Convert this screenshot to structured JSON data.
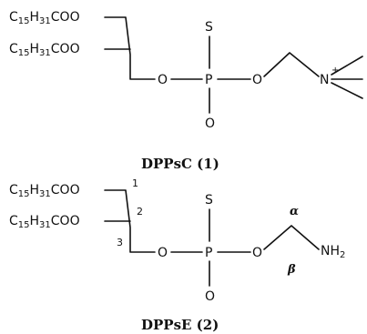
{
  "mol1": {
    "acyl1": {
      "pre": "C",
      "sub1": "15",
      "mid": "H",
      "sub2": "31",
      "post": "COO"
    },
    "acyl2": {
      "pre": "C",
      "sub1": "15",
      "mid": "H",
      "sub2": "31",
      "post": "COO"
    },
    "o_left": "O",
    "p": "P",
    "s_top": "S",
    "o_bottom": "O",
    "o_right": "O",
    "n_label": "N",
    "n_charge": "+",
    "caption": "DPPsC (1)"
  },
  "mol2": {
    "acyl1": {
      "pre": "C",
      "sub1": "15",
      "mid": "H",
      "sub2": "31",
      "post": "COO"
    },
    "acyl2": {
      "pre": "C",
      "sub1": "15",
      "mid": "H",
      "sub2": "31",
      "post": "COO"
    },
    "o_left": "O",
    "p": "P",
    "s_top": "S",
    "o_bottom": "O",
    "o_right": "O",
    "amine": {
      "pre": "NH",
      "sub": "2"
    },
    "num1": "1",
    "num2": "2",
    "num3": "3",
    "alpha": "α",
    "beta": "β",
    "caption": "DPPsE (2)"
  }
}
